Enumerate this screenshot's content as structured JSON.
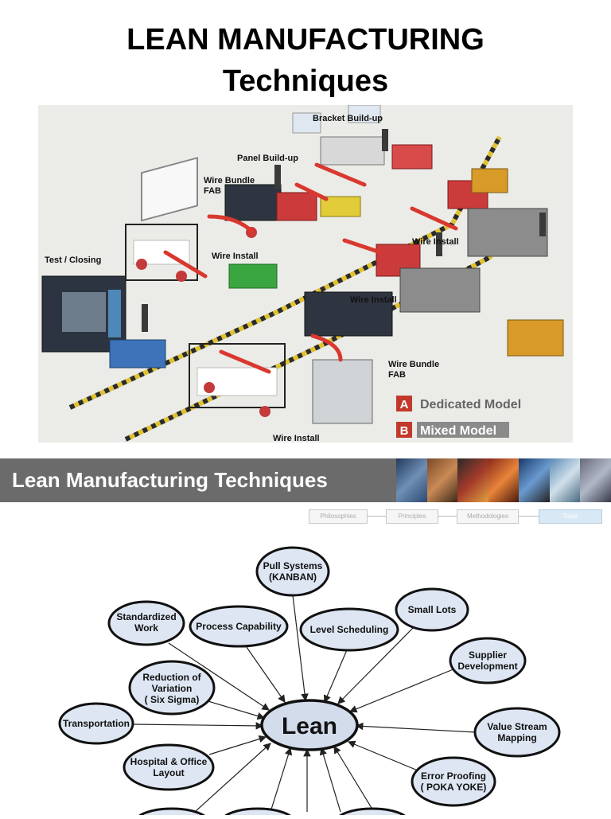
{
  "header": {
    "title_line1": "LEAN MANUFACTURING",
    "title_line2": "Techniques"
  },
  "factory": {
    "labels": {
      "bracket": "Bracket Build-up",
      "panel": "Panel Build-up",
      "wire_bundle_1": "Wire Bundle",
      "fab_1": "FAB",
      "test": "Test / Closing",
      "wire_install_1": "Wire Install",
      "wire_install_2": "Wire Install",
      "wire_install_3": "Wire Install",
      "wire_install_4": "Wire Install",
      "wire_bundle_2": "Wire Bundle",
      "fab_2": "FAB"
    },
    "legend": [
      {
        "letter": "A",
        "text": "Dedicated Model"
      },
      {
        "letter": "B",
        "text": "Mixed Model"
      }
    ],
    "colors": {
      "legend_badge": "#c0392b",
      "arrow": "#d9382f"
    }
  },
  "banner": {
    "title": "Lean Manufacturing Techniques",
    "background": "#6b6b6b"
  },
  "steps": [
    {
      "label": "Philosophies",
      "active": false
    },
    {
      "label": "Principles",
      "active": false
    },
    {
      "label": "Methodologies",
      "active": false
    },
    {
      "label": "Tools",
      "active": true
    }
  ],
  "mindmap": {
    "center": "Lean",
    "nodes": [
      {
        "key": "pull",
        "line1": "Pull Systems",
        "line2": "(KANBAN)"
      },
      {
        "key": "standardized",
        "line1": "Standardized",
        "line2": "Work"
      },
      {
        "key": "capability",
        "line1": "Process Capability",
        "line2": ""
      },
      {
        "key": "level",
        "line1": "Level Scheduling",
        "line2": ""
      },
      {
        "key": "small",
        "line1": "Small Lots",
        "line2": ""
      },
      {
        "key": "supplier",
        "line1": "Supplier",
        "line2": "Development"
      },
      {
        "key": "variation",
        "line1": "Reduction of",
        "line2": "Variation",
        "line3": "( Six Sigma)"
      },
      {
        "key": "transport",
        "line1": "Transportation",
        "line2": ""
      },
      {
        "key": "vsm",
        "line1": "Value Stream",
        "line2": "Mapping"
      },
      {
        "key": "hospital",
        "line1": "Hospital & Office",
        "line2": "Layout"
      },
      {
        "key": "proofing",
        "line1": "Error Proofing",
        "line2": "( POKA YOKE)"
      }
    ]
  }
}
